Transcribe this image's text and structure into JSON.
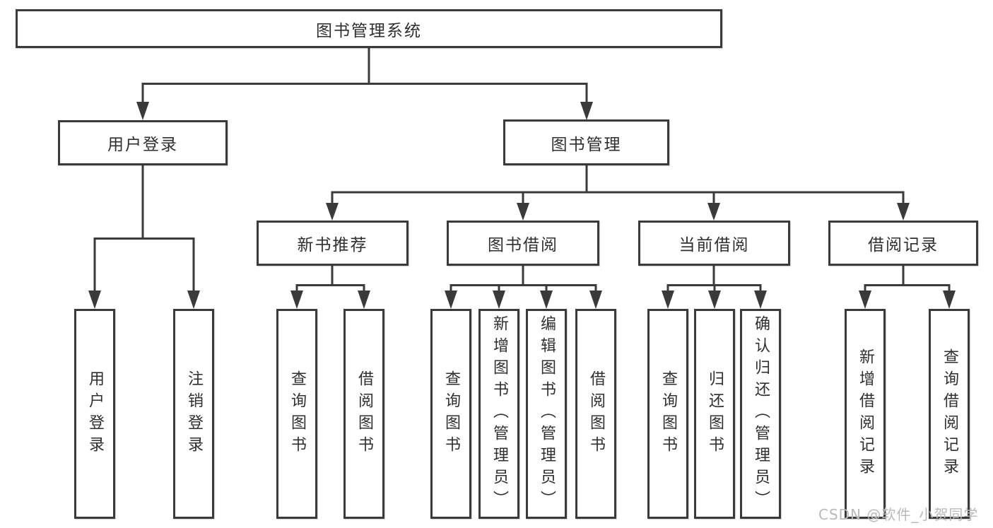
{
  "diagram": {
    "root": {
      "label": "图书管理系统"
    },
    "branches": [
      {
        "label": "用户登录",
        "children": [
          {
            "label": "用户登录"
          },
          {
            "label": "注销登录"
          }
        ]
      },
      {
        "label": "图书管理",
        "children": [
          {
            "label": "新书推荐",
            "children": [
              {
                "label": "查询图书"
              },
              {
                "label": "借阅图书"
              }
            ]
          },
          {
            "label": "图书借阅",
            "children": [
              {
                "label": "查询图书"
              },
              {
                "label": "新增图书（管理员）"
              },
              {
                "label": "编辑图书（管理员）"
              },
              {
                "label": "借阅图书"
              }
            ]
          },
          {
            "label": "当前借阅",
            "children": [
              {
                "label": "查询图书"
              },
              {
                "label": "归还图书"
              },
              {
                "label": "确认归还（管理员）"
              }
            ]
          },
          {
            "label": "借阅记录",
            "children": [
              {
                "label": "新增借阅记录"
              },
              {
                "label": "查询借阅记录"
              }
            ]
          }
        ]
      }
    ]
  },
  "watermark": {
    "text": "CSDN @软件_小贺同学"
  },
  "colors": {
    "line": "#3a3a3a",
    "box_border": "#3a3a3a",
    "box_background": "#ffffff",
    "text": "#2f2f2f",
    "watermark": "#b9b9b9",
    "background": "#ffffff"
  }
}
